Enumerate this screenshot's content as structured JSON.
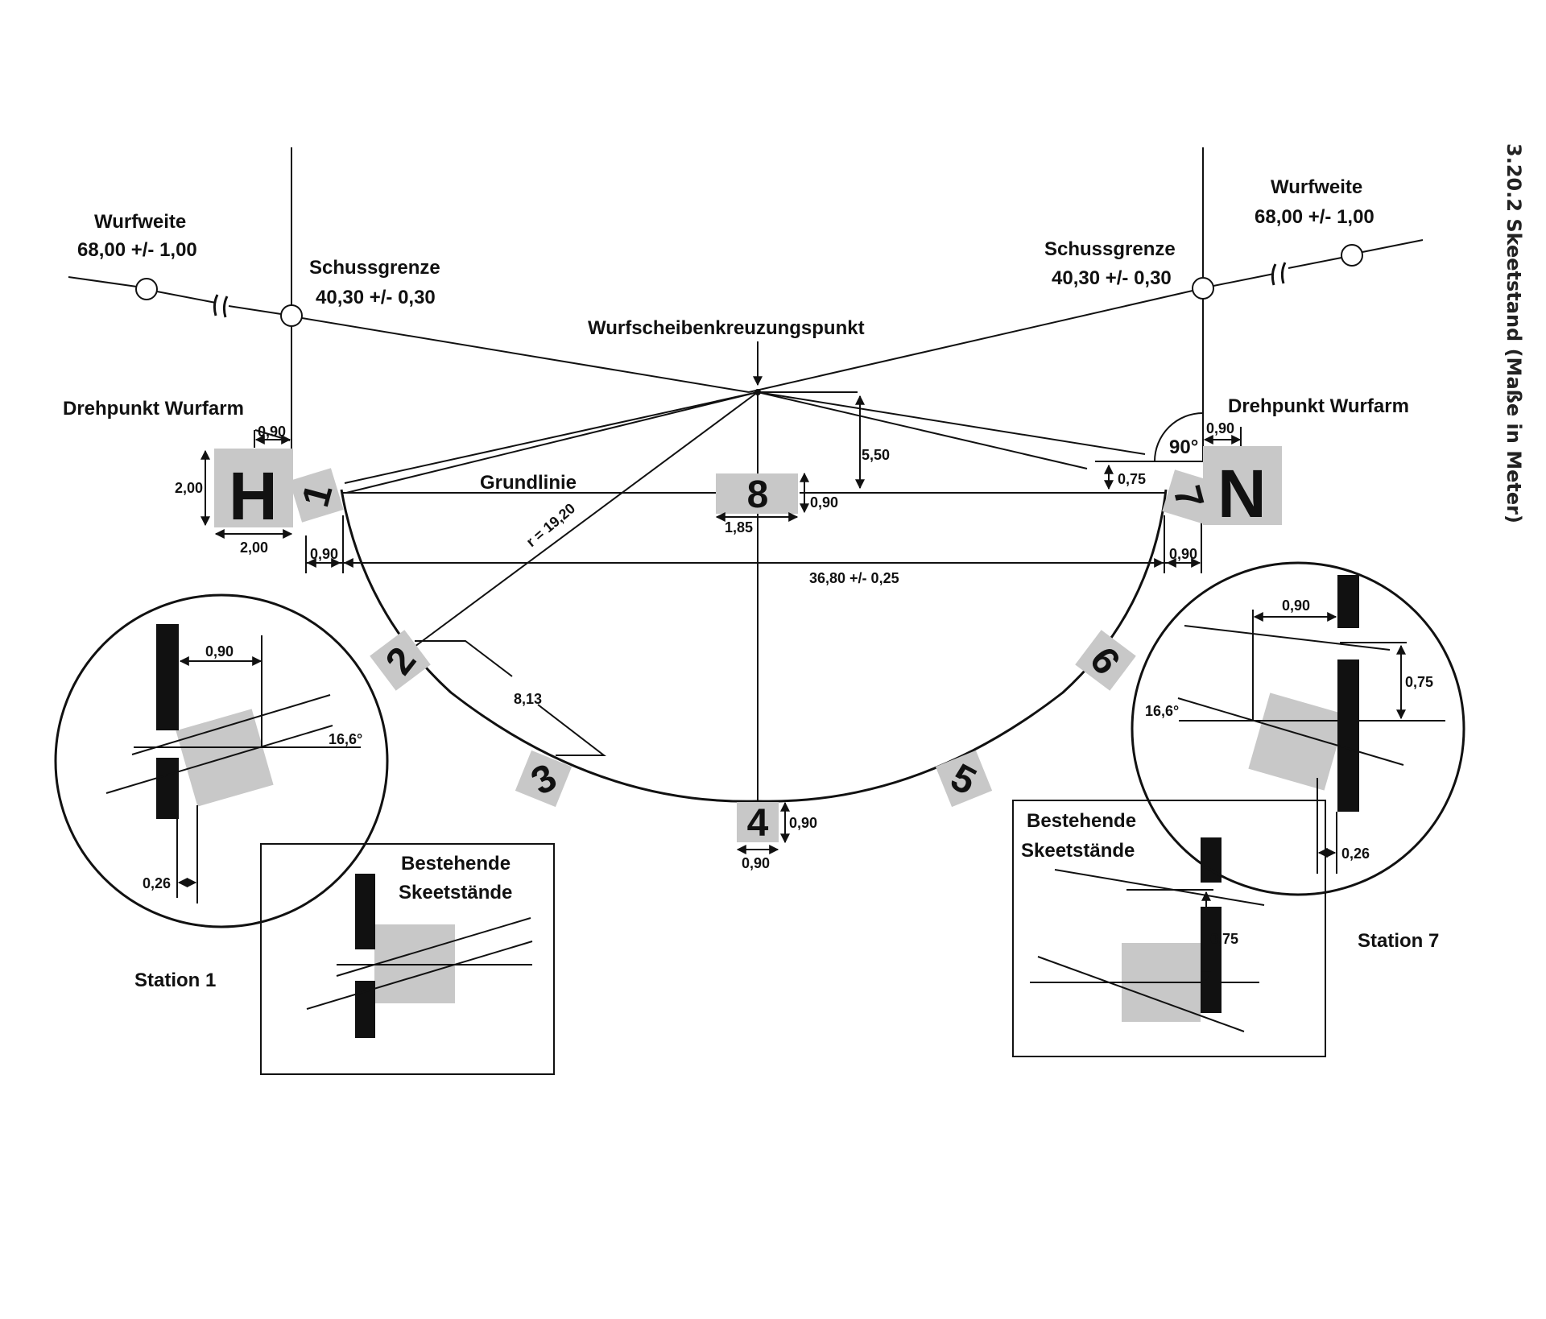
{
  "title": "3.20.2  Skeetstand (Maße in Meter)",
  "labels": {
    "wurfweite_title": "Wurfweite",
    "wurfweite_value": "68,00 +/- 1,00",
    "schussgrenze_title": "Schussgrenze",
    "schussgrenze_value": "40,30 +/- 0,30",
    "kreuzungspunkt": "Wurfscheibenkreuzungspunkt",
    "drehpunkt": "Drehpunkt Wurfarm",
    "grundlinie": "Grundlinie",
    "radius": "r = 19,20",
    "angle_90": "90°",
    "chord_width": "36,80 +/- 0,25",
    "bestehende_1": "Bestehende",
    "bestehende_2": "Skeetstände",
    "station1_caption": "Station 1",
    "station7_caption": "Station 7",
    "angle_16": "16,6°"
  },
  "houses": {
    "high": "H",
    "low": "N"
  },
  "stations": [
    "1",
    "2",
    "3",
    "4",
    "5",
    "6",
    "7",
    "8"
  ],
  "dimensions": {
    "h_offset": "0,90",
    "h_height": "2,00",
    "h_width": "2,00",
    "st1_width": "0,90",
    "st7_width": "0,90",
    "n_offset": "0,90",
    "low_height": "0,75",
    "crossing_height": "5,50",
    "st8_height": "0,90",
    "st8_width": "1,85",
    "st2_3": "8,13",
    "st4_height": "0,90",
    "st4_width": "0,90",
    "inset_offset": "0,90",
    "inset_gap": "0,26",
    "inset_height": "0,75"
  }
}
